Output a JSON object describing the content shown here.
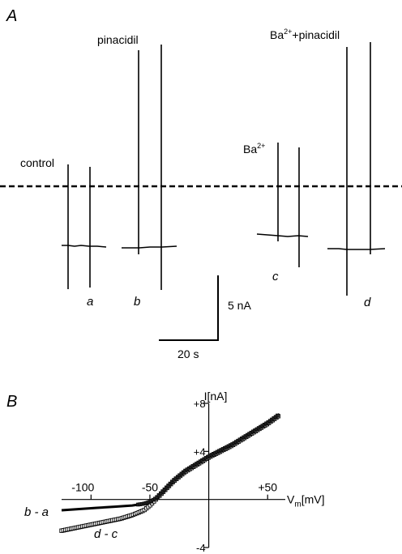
{
  "panels": {
    "a_label": "A",
    "b_label": "B"
  },
  "panel_a": {
    "conditions": [
      {
        "label": "control",
        "sup": "",
        "tail": "",
        "letter": "a"
      },
      {
        "label": "pinacidil",
        "sup": "",
        "tail": "",
        "letter": "b"
      },
      {
        "label": "Ba",
        "sup": "2+",
        "tail": "",
        "letter": "c"
      },
      {
        "label": "Ba",
        "sup": "2+",
        "tail": "+pinacidil",
        "letter": "d"
      }
    ],
    "scalebar": {
      "current": "5 nA",
      "time": "20 s"
    }
  },
  "chart_data": {
    "type": "line",
    "ylabel": "I[nA]",
    "xlabel_main": "V",
    "xlabel_sub": "m",
    "xlabel_unit": "[mV]",
    "x_ticks": [
      "-100",
      "-50",
      "+50"
    ],
    "x_tick_values": [
      -100,
      -50,
      50
    ],
    "y_ticks": [
      "+8",
      "+4",
      "-4"
    ],
    "y_tick_values": [
      8,
      4,
      -4
    ],
    "xlim": [
      -125,
      65
    ],
    "ylim": [
      -4,
      8
    ],
    "series": [
      {
        "name": "b - a",
        "x": [
          -125,
          -110,
          -95,
          -80,
          -65,
          -55,
          -50,
          -45,
          -40,
          -30,
          -20,
          -10,
          0,
          10,
          20,
          30,
          40,
          50,
          60
        ],
        "y": [
          -0.9,
          -0.8,
          -0.7,
          -0.6,
          -0.5,
          -0.35,
          -0.2,
          0.1,
          0.6,
          1.6,
          2.4,
          3.0,
          3.6,
          4.1,
          4.6,
          5.2,
          5.8,
          6.4,
          7.1
        ]
      },
      {
        "name": "d - c",
        "x": [
          -125,
          -115,
          -105,
          -95,
          -85,
          -75,
          -65,
          -55,
          -50,
          -45,
          -40,
          -30,
          -20,
          -10,
          0,
          10,
          20,
          30,
          40,
          50,
          60
        ],
        "y": [
          -2.6,
          -2.4,
          -2.2,
          -2.0,
          -1.8,
          -1.6,
          -1.3,
          -0.9,
          -0.5,
          0.0,
          0.5,
          1.5,
          2.3,
          2.9,
          3.5,
          4.0,
          4.5,
          5.1,
          5.7,
          6.3,
          7.0
        ]
      }
    ]
  }
}
